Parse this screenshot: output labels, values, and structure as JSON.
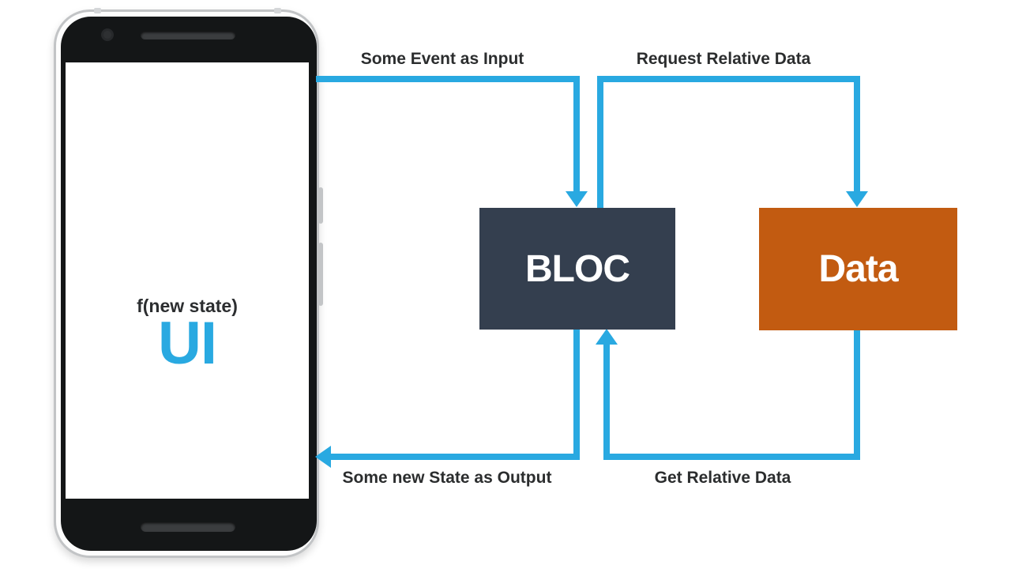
{
  "diagram": {
    "phone": {
      "function_label": "f(new state)",
      "title": "UI"
    },
    "nodes": {
      "bloc": {
        "label": "BLOC",
        "bg": "#343F4F"
      },
      "data": {
        "label": "Data",
        "bg": "#C25B11"
      }
    },
    "edges": [
      {
        "id": "ui-to-bloc",
        "from": "UI",
        "to": "BLOC",
        "label": "Some Event as Input"
      },
      {
        "id": "bloc-to-data",
        "from": "BLOC",
        "to": "Data",
        "label": "Request Relative Data"
      },
      {
        "id": "bloc-to-ui",
        "from": "BLOC",
        "to": "UI",
        "label": "Some new State as Output"
      },
      {
        "id": "data-to-bloc",
        "from": "Data",
        "to": "BLOC",
        "label": "Get Relative Data"
      }
    ],
    "colors": {
      "arrow": "#29A9E1",
      "bloc_bg": "#343F4F",
      "data_bg": "#C25B11",
      "label_text": "#2B2D2E",
      "ui_text": "#29A9E1",
      "background": "#FFFFFF"
    }
  }
}
